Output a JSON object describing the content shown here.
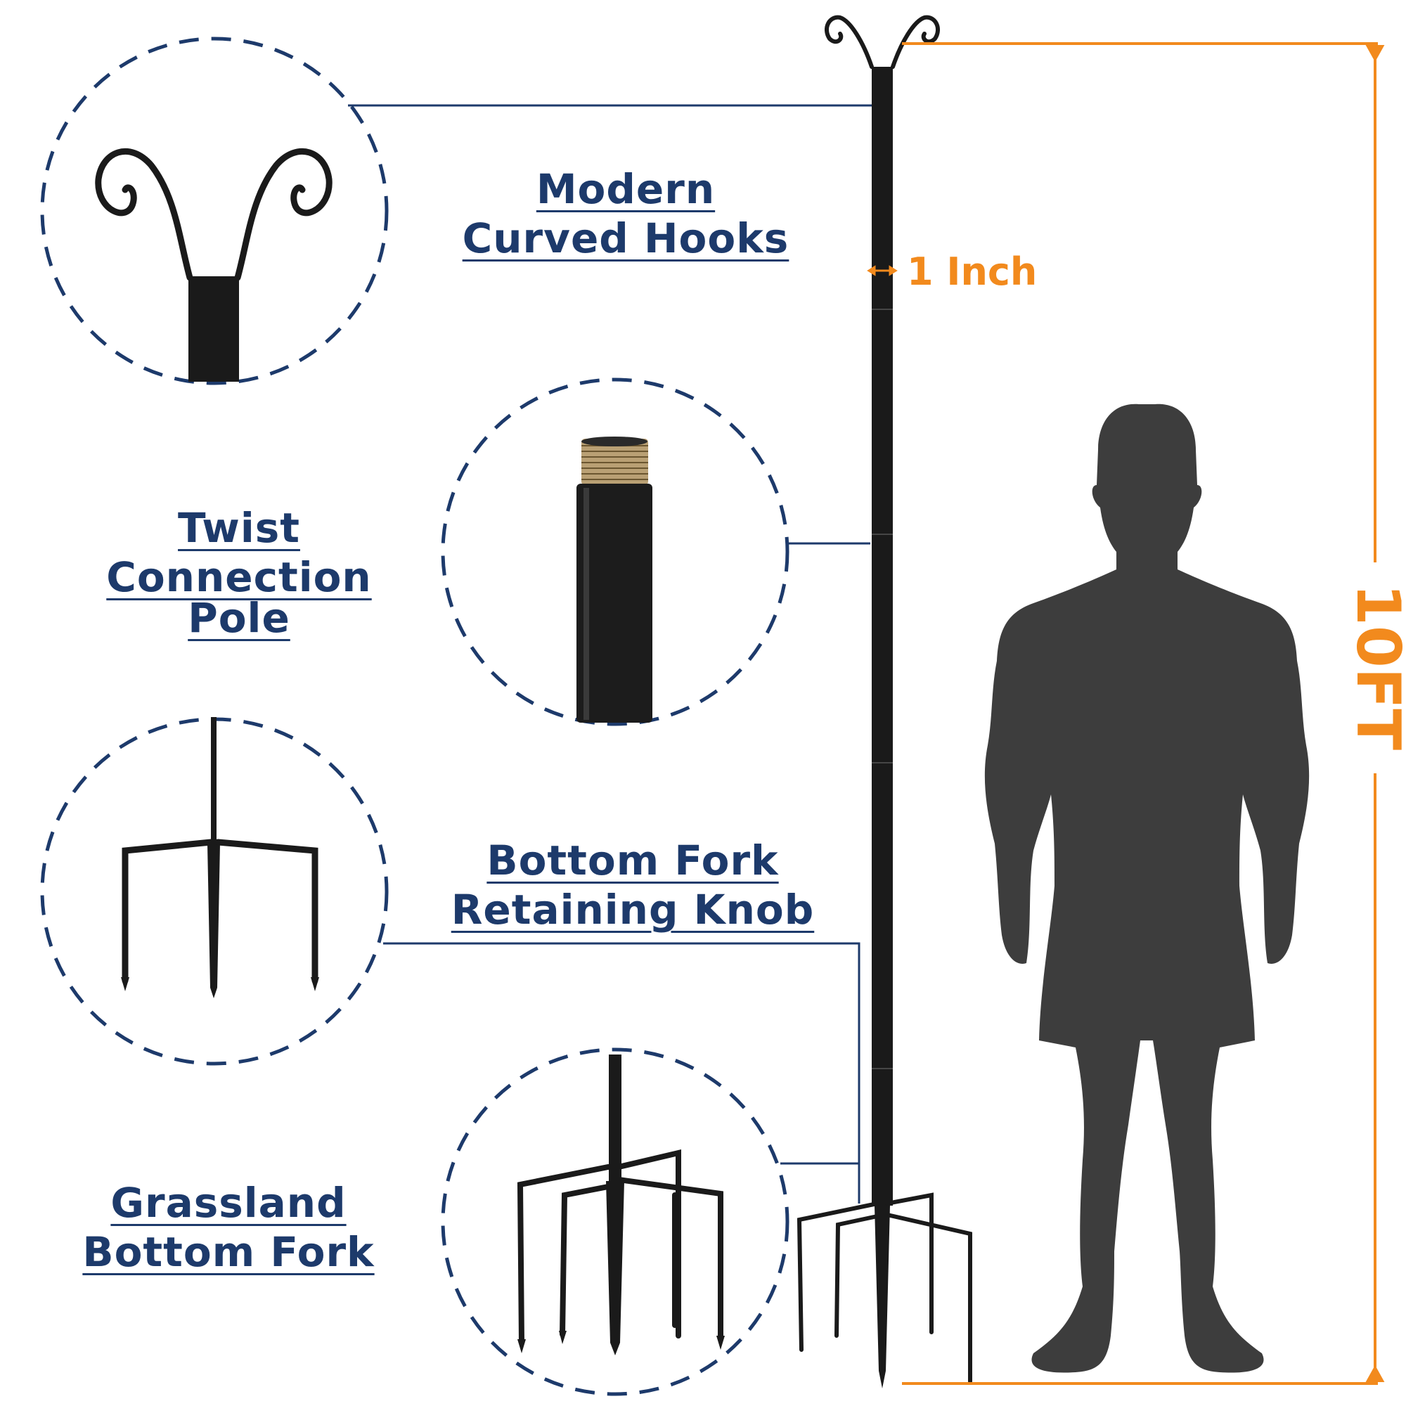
{
  "callouts": [
    {
      "id": "hooks",
      "line1": "Modern",
      "line2": "Curved Hooks"
    },
    {
      "id": "twist",
      "line1": "Twist",
      "line2": "Connection Pole"
    },
    {
      "id": "knob",
      "line1": "Bottom Fork",
      "line2": "Retaining Knob"
    },
    {
      "id": "grass",
      "line1": "Grassland",
      "line2": "Bottom Fork"
    }
  ],
  "dimensions": {
    "diameter": "1 Inch",
    "height": "10FT"
  },
  "colors": {
    "navy": "#1d3a6b",
    "orange": "#f28a1d",
    "silhouette": "#3d3d3d",
    "metal": "#1a1a1a"
  }
}
